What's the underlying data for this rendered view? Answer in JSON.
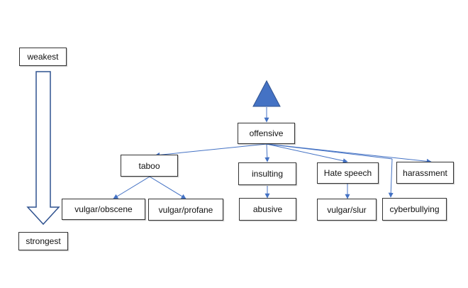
{
  "scale": {
    "weakest": "weakest",
    "strongest": "strongest"
  },
  "nodes": {
    "offensive": "offensive",
    "taboo": "taboo",
    "insulting": "insulting",
    "hate_speech": "Hate speech",
    "harassment": "harassment",
    "vulgar_obscene": "vulgar/obscene",
    "vulgar_profane": "vulgar/profane",
    "abusive": "abusive",
    "vulgar_slur": "vulgar/slur",
    "cyberbullying": "cyberbullying"
  },
  "colors": {
    "connector": "#4472c4",
    "triangle_fill": "#4472c4",
    "triangle_stroke": "#2f528f",
    "box_border": "#333333",
    "scale_arrow_stroke": "#2f528f"
  }
}
